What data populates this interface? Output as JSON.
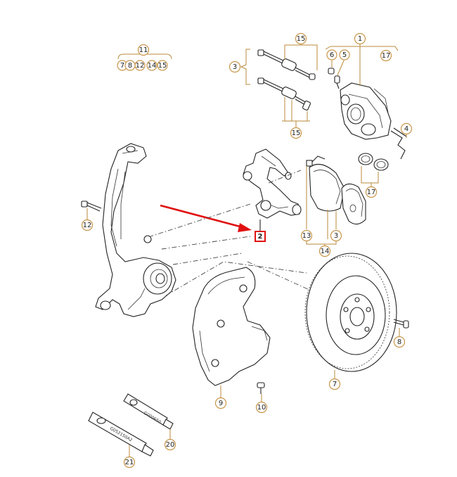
{
  "colors": {
    "callout_ring": "#c8964a",
    "leader": "#b98a3a",
    "highlight": "#e01010",
    "line": "#222222"
  },
  "group_11": {
    "number": "11",
    "subitems": [
      "7",
      "8",
      "12",
      "14",
      "15"
    ]
  },
  "callouts": {
    "c1": "1",
    "c2": "2",
    "c3_top": "3",
    "c3_pads": "3",
    "c4": "4",
    "c5": "5",
    "c6": "6",
    "c7": "7",
    "c8": "8",
    "c9": "9",
    "c10": "10",
    "c12": "12",
    "c13": "13",
    "c14": "14",
    "c15_top": "15",
    "c15_bottom": "15",
    "c17_top": "17",
    "c17_bottom": "17",
    "c20": "20",
    "c21": "21"
  },
  "tubes": {
    "tube_20_label": "G000650",
    "tube_21_label": "G052150A2"
  },
  "icons": [
    "red-arrow-icon"
  ]
}
